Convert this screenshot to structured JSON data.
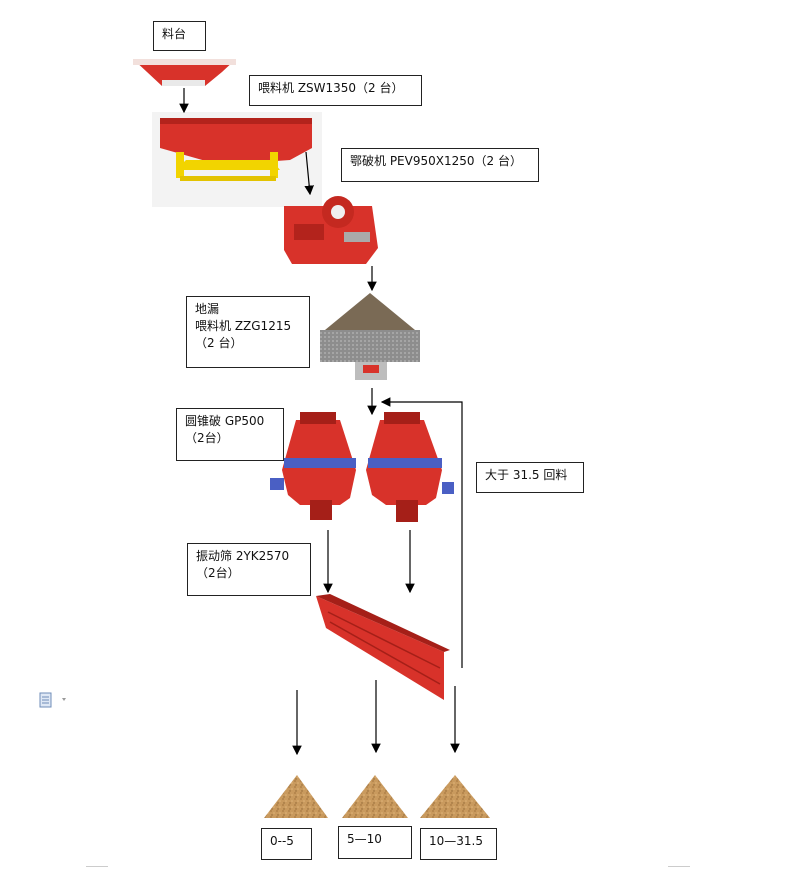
{
  "labels": {
    "hopper": "料台",
    "feeder": "喂料机 ZSW1350（2 台）",
    "jaw": "鄂破机 PEV950X1250（2 台）",
    "ground_feeder": "地漏\n喂料机 ZZG1215\n（2 台）",
    "cone": "圆锥破 GP500\n（2台）",
    "screen": "振动筛 2YK2570\n（2台）",
    "recycle": "大于 31.5 回料",
    "out1": "0--5",
    "out2": "5—10",
    "out3": "10—31.5"
  },
  "colors": {
    "machine_red": "#d8322a",
    "machine_dark_red": "#a51f18",
    "frame_yellow": "#f2d400",
    "ring_blue": "#4a5fc4",
    "gravel": "#c99a5e",
    "steel_gray": "#8a8a8a"
  },
  "icons": {
    "document": "document-icon"
  }
}
